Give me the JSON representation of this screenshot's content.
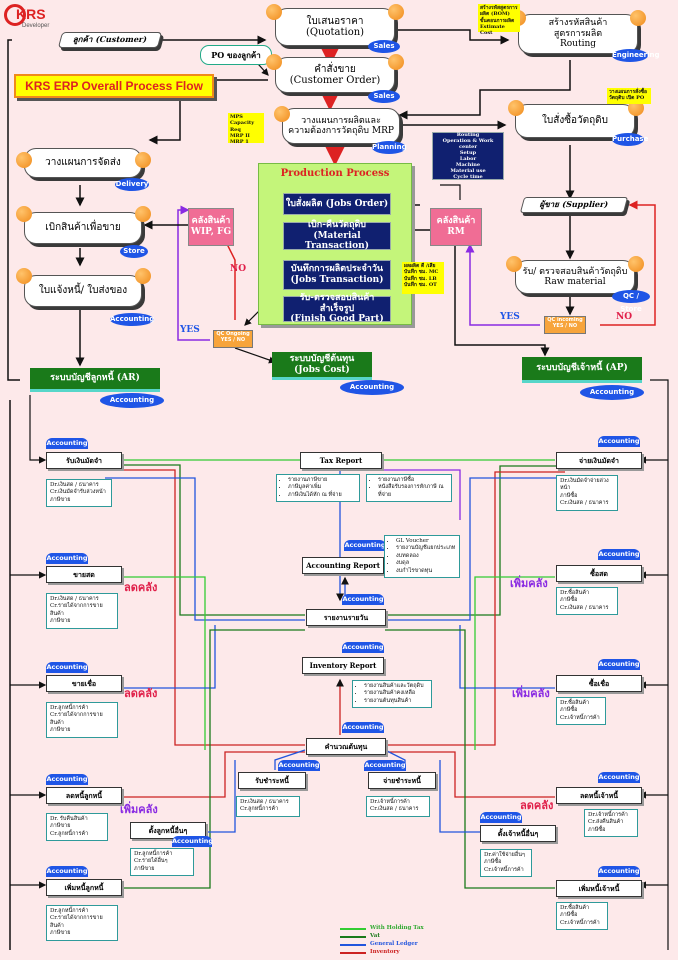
{
  "logo": {
    "name": "KRS",
    "sub": "Developer"
  },
  "title": "KRS ERP Overall Process Flow",
  "boxes": {
    "quotation": {
      "th": "ใบเสนอราคา",
      "en": "(Quotation)",
      "badge": "Sales"
    },
    "customer_order": {
      "th": "คำสั่งขาย",
      "en": "(Customer Order)",
      "badge": "Sales"
    },
    "mrp": {
      "th": "วางแผนการผลิตและ",
      "th2": "ความต้องการวัตถุดิบ MRP",
      "badge": "Planning"
    },
    "routing": {
      "th": "สร้างรหัสสินค้า",
      "th2": "สูตรการผลิต",
      "en": "Routing",
      "badge": "Engineering"
    },
    "po": {
      "th": "ใบสั่งซื้อวัตถุดิบ",
      "badge": "Purchase"
    },
    "delivery": {
      "th": "วางแผนการจัดส่ง",
      "badge": "Delivery"
    },
    "store": {
      "th": "เบิกสินค้าเพื่อขาย",
      "badge": "Store"
    },
    "invoice": {
      "th": "ใบแจ้งหนี้/ ใบส่งของ",
      "badge": "Accounting"
    },
    "supplier": {
      "th": "ผู้ขาย (Supplier)"
    },
    "receive": {
      "th": "รับ/ ตรวจสอบสินค้าวัตถุดิบ",
      "en": "Raw material",
      "badge": "QC / Store"
    }
  },
  "customer": "ลูกค้า (Customer)",
  "po_customer": "PO ของลูกค้า",
  "bom_note": [
    "สร้างรหัสสูตรการผลิต (BOM)",
    "ขั้นตอนการผลิต",
    "Estimate Cost"
  ],
  "mps_note": [
    "MPS",
    "Capacity Req",
    "MRP II",
    "MRP 1"
  ],
  "purchase_note": [
    "วางแผนการสั่งซื้อ",
    "วัตถุดิบ เปิด PO"
  ],
  "routing_note": [
    "Routing",
    "Operation & Work center",
    "Setup",
    "Labor",
    "Machine",
    "Material use",
    "Cycle time"
  ],
  "production": {
    "title": "Production Process",
    "steps": [
      {
        "th": "ใบสั่งผลิต (Jobs Order)"
      },
      {
        "th": "เบิก-คืนวัตถุดิบ",
        "en": "(Material Transaction)"
      },
      {
        "th": "บันทึกการผลิตประจำวัน",
        "en": "(Jobs Transaction)"
      },
      {
        "th": "รับ-ตรวจสอบสินค้าสำเร็จรูป",
        "en": "(Finish Good Part)"
      }
    ],
    "note": [
      "ผลผลิต ดี /เสีย",
      "บันทึก ชม. MC",
      "บันทึก ชม. LB",
      "บันทึก ชม. OT"
    ]
  },
  "wip": {
    "th": "คลังสินค้า",
    "en": "WIP, FG"
  },
  "rm": {
    "th": "คลังสินค้า",
    "en": "RM"
  },
  "qc_ongoing": [
    "QC Ongoing",
    "YES / NO"
  ],
  "qc_incoming": [
    "QC incoming",
    "YES / NO"
  ],
  "yes": "YES",
  "no": "NO",
  "ar": {
    "label": "ระบบบัญชีลูกหนี้ (AR)",
    "badge": "Accounting"
  },
  "ap": {
    "label": "ระบบบัญชีเจ้าหนี้ (AP)",
    "badge": "Accounting"
  },
  "jobs_cost": {
    "label": "ระบบบัญชีต้นทุน",
    "en": "(Jobs Cost)",
    "badge": "Accounting"
  },
  "accounting": "Accounting",
  "left_acct": [
    {
      "label": "รับเงินมัดจำ",
      "note": [
        "Dr.เงินสด / ธนาคาร",
        "Cr.เงินมัดจำรับล่วงหน้า",
        "ภาษีขาย"
      ]
    },
    {
      "label": "ขายสด",
      "note": [
        "Dr.เงินสด / ธนาคาร",
        "Cr.รายได้จากการขายสินค้า",
        "ภาษีขาย"
      ]
    },
    {
      "label": "ขายเชื่อ",
      "note": [
        "Dr.ลูกหนี้การค้า",
        "Cr.รายได้จากการขายสินค้า",
        "ภาษีขาย"
      ]
    },
    {
      "label": "ลดหนี้ลูกหนี้",
      "note": [
        "Dr. รับคืนสินค้า",
        "ภาษีขาย",
        "Cr.ลูกหนี้การค้า"
      ]
    },
    {
      "label": "ตั้งลูกหนี้อื่นๆ",
      "note": [
        "Dr.ลูกหนี้การค้า",
        "Cr.รายได้อื่นๆ",
        "ภาษีขาย"
      ]
    },
    {
      "label": "เพิ่มหนี้ลูกหนี้",
      "note": [
        "Dr.ลูกหนี้การค้า",
        "Cr.รายได้จากการขายสินค้า",
        "ภาษีขาย"
      ]
    }
  ],
  "right_acct": [
    {
      "label": "จ่ายเงินมัดจำ",
      "note": [
        "Dr.เงินมัดจำจ่ายล่วงหน้า",
        "ภาษีซื้อ",
        "Cr.เงินสด / ธนาคาร"
      ]
    },
    {
      "label": "ซื้อสด",
      "note": [
        "Dr.ซื้อสินค้า",
        "ภาษีซื้อ",
        "Cr.เงินสด / ธนาคาร"
      ]
    },
    {
      "label": "ซื้อเชื่อ",
      "note": [
        "Dr.ซื้อสินค้า",
        "ภาษีซื้อ",
        "Cr.เจ้าหนี้การค้า"
      ]
    },
    {
      "label": "ลดหนี้เจ้าหนี้",
      "note": [
        "Dr.เจ้าหนี้การค้า",
        "Cr.ส่งคืนสินค้า",
        "ภาษีซื้อ"
      ]
    },
    {
      "label": "ตั้งเจ้าหนี้อื่นๆ",
      "note": [
        "Dr.ค่าใช้จ่ายอื่นๆ",
        "ภาษีซื้อ",
        "Cr.เจ้าหนี้การค้า"
      ]
    },
    {
      "label": "เพิ่มหนี้เจ้าหนี้",
      "note": [
        "Dr.ซื้อสินค้า",
        "ภาษีซื้อ",
        "Cr.เจ้าหนี้การค้า"
      ]
    }
  ],
  "center": {
    "tax": "Tax Report",
    "tax_l": [
      "รายงานภาษีขาย",
      "ภาษีมูลค่าเพิ่ม",
      "ภาษีเงินได้หัก ณ ที่จ่าย"
    ],
    "tax_r": [
      "รายงานภาษีซื้อ",
      "หนังสือรับรองการหักภาษี ณ ที่จ่าย"
    ],
    "acct_report": "Accounting Report",
    "acct_note": [
      "GL Voucher",
      "รายงานบัญชีแยกประเภท",
      "งบทดลอง",
      "งบดุล",
      "งบกำไรขาดทุน"
    ],
    "daily": "รายงานรายวัน",
    "inv_report": "Inventory Report",
    "inv_note": [
      "รายงานสินค้าและวัตถุดิบ",
      "รายงานสินค้าคงเหลือ",
      "รายงานต้นทุนสินค้า"
    ],
    "cost": "คำนวณต้นทุน",
    "recv_debt": "รับชำระหนี้",
    "recv_note": [
      "Dr.เงินสด / ธนาคาร",
      "Cr.ลูกหนี้การค้า"
    ],
    "pay_debt": "จ่ายชำระหนี้",
    "pay_note": [
      "Dr.เจ้าหนี้การค้า",
      "Cr.เงินสด / ธนาคาร"
    ]
  },
  "ladlang": "ลดคลัง",
  "permlang": "เพิ่มคลัง",
  "legend": [
    {
      "label": "With Holding Tax",
      "color": "#33cc33"
    },
    {
      "label": "Vat",
      "color": "#1a7a1a"
    },
    {
      "label": "General Ledger",
      "color": "#2255dd"
    },
    {
      "label": "Inventory",
      "color": "#cc2222"
    }
  ]
}
